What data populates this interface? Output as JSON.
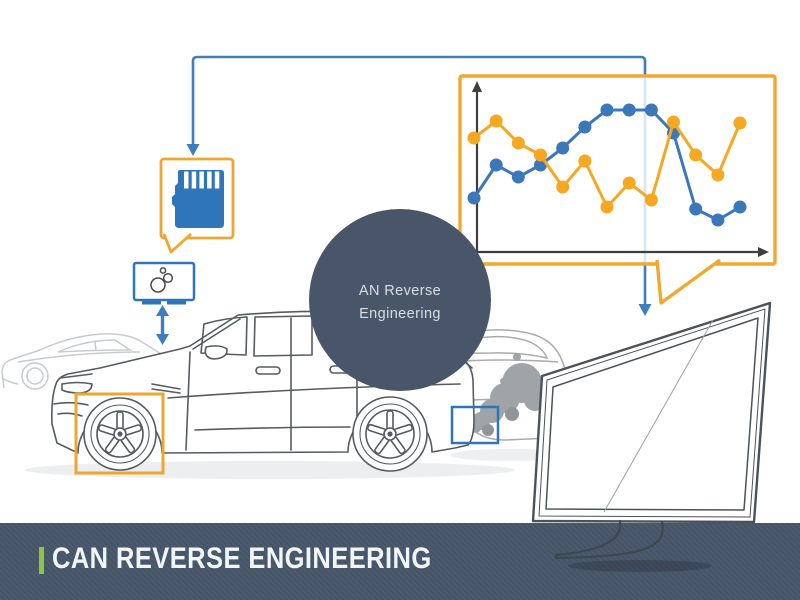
{
  "title_bar": {
    "title": "CAN REVERSE ENGINEERING",
    "bar_color": "#475669",
    "accent_color": "#8CC63E",
    "text_color": "#F2F5F7"
  },
  "badge": {
    "line1": "AN Reverse",
    "line2": "Engineering",
    "bg_color": "#49566A",
    "text_color": "#D9DEE3"
  },
  "colors": {
    "orange_accent": "#F0A82F",
    "blue_accent": "#3D7DC0",
    "sd_icon_blue": "#2E76B9",
    "axis_gray": "#3F3F3F",
    "car_line_gray": "#565B61",
    "bg_car_light_gray": "#C7CBD0",
    "bg_car_mid_gray": "#ABABAB",
    "smoke_gray": "#9FA4A9"
  },
  "icons": {
    "sd_card": "sd-card-icon",
    "obd_dongle": "obd-dongle-icon",
    "up_down_arrow": "up-down-arrow-icon",
    "down_arrow_left": "down-arrow-icon",
    "down_arrow_right": "down-arrow-icon",
    "chart_bubble": "line-chart-speech-bubble",
    "monitor": "monitor-icon",
    "main_car": "suv-line-art",
    "front_wheel_highlight": "orange-highlight-box",
    "exhaust_highlight": "blue-highlight-box"
  },
  "chart_data": {
    "type": "line",
    "x": [
      1,
      2,
      3,
      4,
      5,
      6,
      7,
      8,
      9,
      10,
      11,
      12,
      13
    ],
    "series": [
      {
        "name": "blue",
        "color": "#3C78B9",
        "values": [
          55,
          88,
          76,
          88,
          105,
          126,
          143,
          143,
          143,
          120,
          44,
          33,
          46
        ]
      },
      {
        "name": "orange",
        "color": "#F7A823",
        "values": [
          115,
          132,
          110,
          98,
          66,
          92,
          46,
          70,
          53,
          131,
          98,
          78,
          130
        ]
      }
    ],
    "title": "",
    "xlabel": "",
    "ylabel": "",
    "ylim": [
      0,
      170
    ],
    "grid": false,
    "legend": false
  }
}
